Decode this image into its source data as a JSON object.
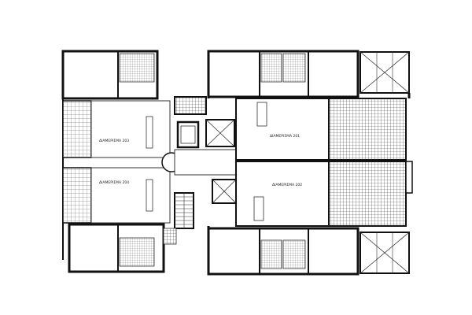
{
  "drawing": {
    "colors": {
      "wall": "#111111",
      "line": "#333333",
      "hatch": "#444444",
      "background": "#ffffff"
    },
    "room_labels": {
      "nw": "ΔΙΑΜΕΡΙΣΜΑ 203",
      "ne": "ΔΙΑΜΕΡΙΣΜΑ 201",
      "sw": "ΔΙΑΜΕΡΙΣΜΑ 204",
      "se": "ΔΙΑΜΕΡΙΣΜΑ 202"
    }
  }
}
